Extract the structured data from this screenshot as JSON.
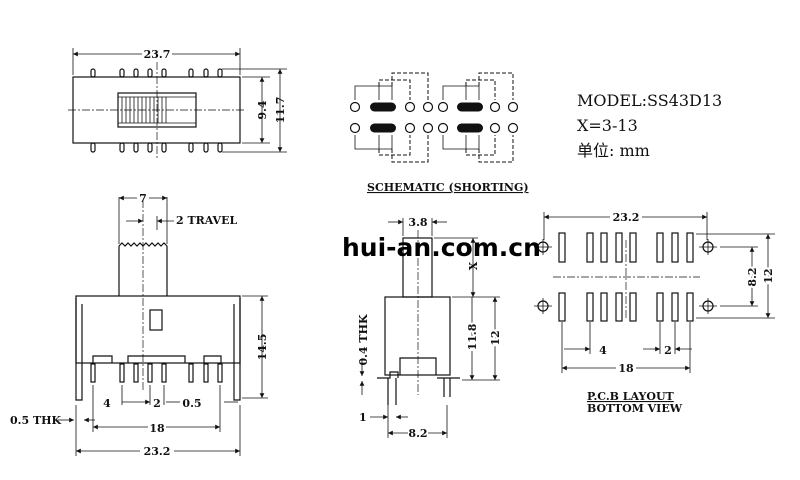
{
  "watermark": "hui-an.com.cn",
  "model": {
    "model_line": "MODEL:SS43D13",
    "x_line": "X=3-13",
    "unit_line": "单位: mm"
  },
  "top_view": {
    "width": "23.7",
    "inner_height": "9.4",
    "outer_height": "11.7"
  },
  "schematic": {
    "caption": "SCHEMATIC (SHORTING)"
  },
  "side_view": {
    "actuator_width": "7",
    "travel": "2 TRAVEL",
    "height": "14.5",
    "pitch_a": "4",
    "pitch_b": "2",
    "pitch_c": "0.5",
    "thickness": "0.5 THK",
    "pin_span": "18",
    "overall": "23.2"
  },
  "front_view": {
    "actuator_width": "3.8",
    "actuator_height": "X",
    "body_height": "11.8",
    "total_height": "12",
    "thickness": "0.4 THK",
    "pin_width": "1",
    "pin_span": "8.2"
  },
  "pcb": {
    "overall": "23.2",
    "hole_spacing": "8.2",
    "row_span": "12",
    "pitch_a": "4",
    "pitch_b": "2",
    "pin_span": "18",
    "caption_1": "P.C.B LAYOUT",
    "caption_2": "BOTTOM VIEW"
  }
}
